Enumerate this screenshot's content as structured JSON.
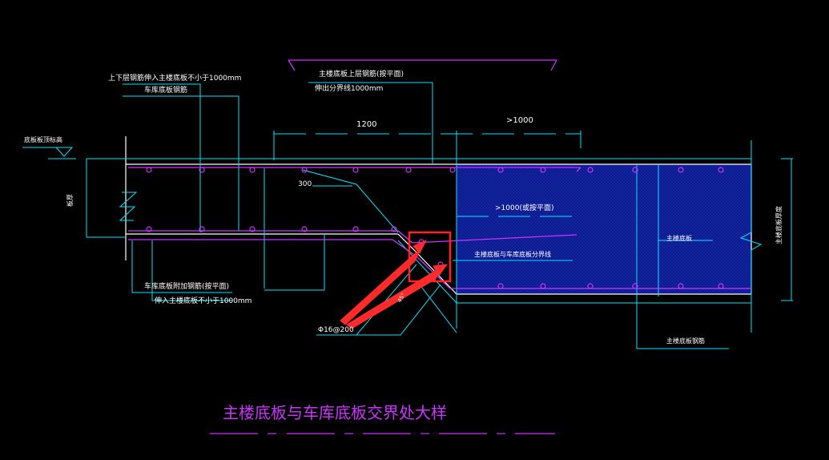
{
  "colors": {
    "background": "#000000",
    "cyan": "#00e5ff",
    "white": "#ffffff",
    "magenta": "#cc33ff",
    "hatch": "#0b1a8c",
    "highlight": "#ff2222",
    "arrow": "#ff2a2a",
    "title": "#cc33ff"
  },
  "labels": {
    "upper_bar_note_1": "上下层钢筋伸入主楼底板不小于1000mm",
    "upper_bar_note_2": "车库底板钢筋",
    "main_top_bar_note_1": "主楼底板上层钢筋(按平面)",
    "main_top_bar_note_2": "伸出分界线1000mm",
    "dim_1200": "1200",
    "dim_gt1000_top": ">1000",
    "dim_300": "300",
    "dim_gt1000_mid": ">1000(或按平面)",
    "garage_elev": "底板板顶标高",
    "garage_thick": "板厚",
    "boundary_line": "主楼底板与车库底板分界线",
    "main_slab": "主楼底板",
    "main_slab_thick": "主楼底板厚度",
    "garage_add_bar_1": "车库底板附加钢筋(按平面)",
    "garage_add_bar_2": "伸入主楼底板不小于1000mm",
    "bar_spec": "Φ16@200",
    "main_bottom_bar": "主楼底板钢筋",
    "dim_45": "45°",
    "title": "主楼底板与车库底板交界处大样"
  }
}
